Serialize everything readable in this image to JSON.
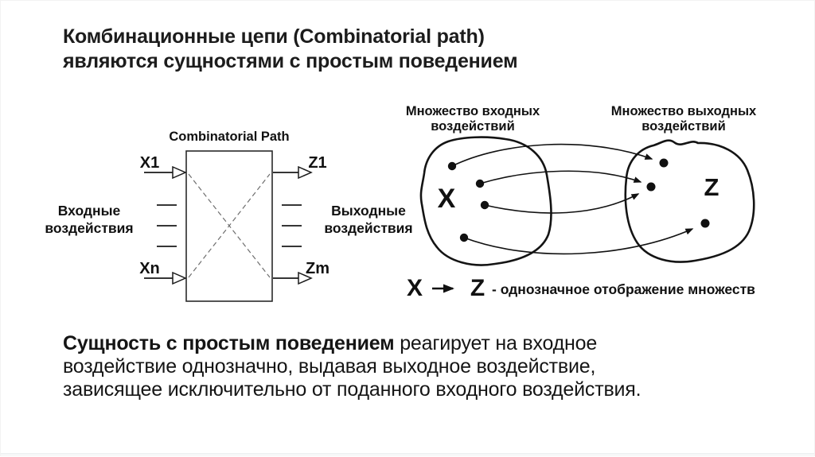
{
  "title": {
    "line1": "Комбинационные цепи (Combinatorial path)",
    "line2": "являются сущностями с простым поведением"
  },
  "block_diagram": {
    "heading": "Combinatorial Path",
    "input_top": "X1",
    "input_bottom": "Xn",
    "output_top": "Z1",
    "output_bottom": "Zm",
    "input_label_line1": "Входные",
    "input_label_line2": "воздействия",
    "output_label_line1": "Выходные",
    "output_label_line2": "воздействия"
  },
  "sets_diagram": {
    "input_set_heading_line1": "Множество входных",
    "input_set_heading_line2": "воздействий",
    "output_set_heading_line1": "Множество выходных",
    "output_set_heading_line2": "воздействий",
    "input_set_label": "X",
    "output_set_label": "Z"
  },
  "mapping": {
    "from": "X",
    "to": "Z",
    "caption": "- однозначное отображение множеств"
  },
  "paragraph": {
    "bold": "Сущность с простым поведением",
    "line1_rest": " реагирует на входное",
    "line2": "воздействие однозначно, выдавая выходное воздействие,",
    "line3": "зависящее исключительно от поданного входного воздействия."
  },
  "colors": {
    "text": "#1c1c1c",
    "line": "#1a1a1a",
    "dashed_line": "#6f6f6f"
  }
}
